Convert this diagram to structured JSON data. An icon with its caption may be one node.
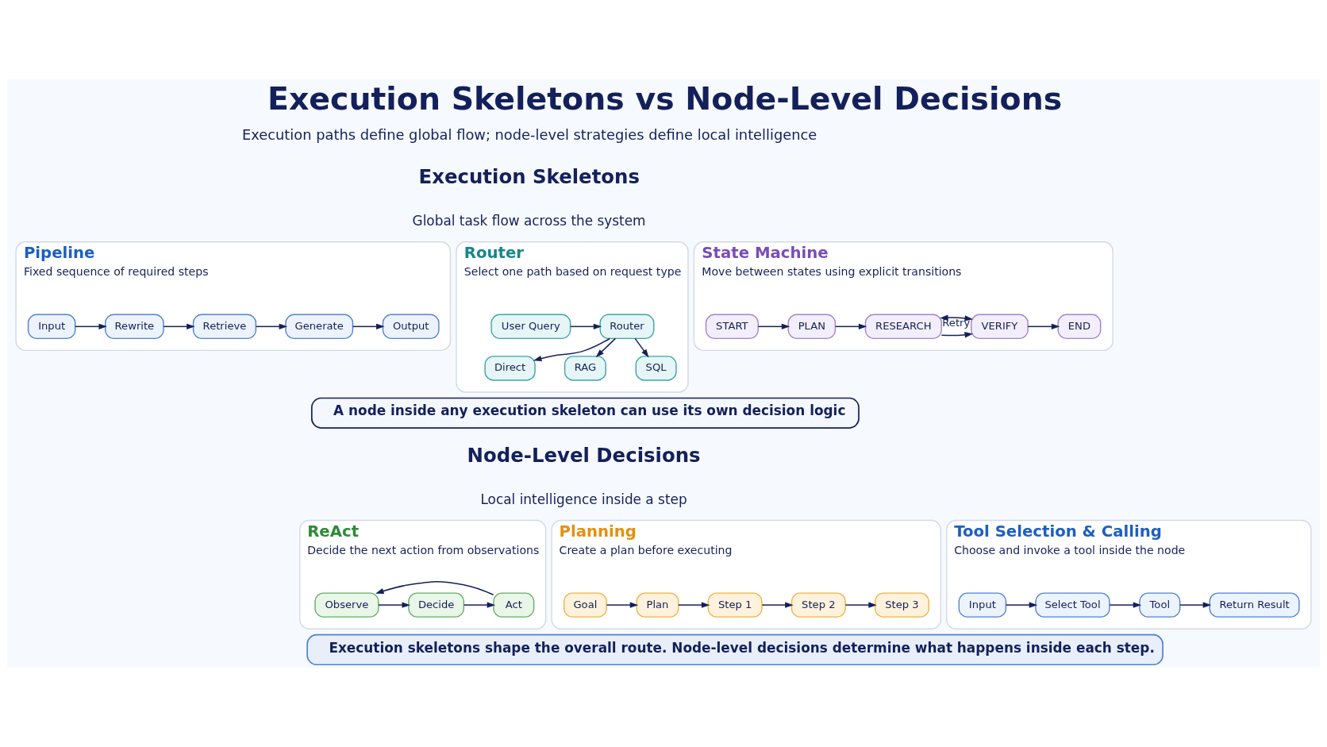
{
  "diagram": {
    "title": "Execution Skeletons vs Node-Level Decisions",
    "nodes": [
      {
        "text": [
          "Pipeline",
          "Fixed sequence of required steps"
        ]
      },
      {
        "text": [
          "Input"
        ],
        "in": 0
      },
      {
        "text": [
          "Rewrite"
        ],
        "in": 0
      },
      {
        "text": [
          "Retrieve"
        ],
        "in": 0
      },
      {
        "text": [
          "Generate"
        ],
        "in": 0
      },
      {
        "text": [
          "Output"
        ],
        "in": 0
      },
      {
        "text": [
          "Router",
          "Select one path based on request type"
        ]
      },
      {
        "text": [
          "User Query"
        ],
        "in": 6
      },
      {
        "text": [
          "Router"
        ],
        "in": 6
      },
      {
        "text": [
          "Direct"
        ],
        "in": 6
      },
      {
        "text": [
          "RAG"
        ],
        "in": 6
      },
      {
        "text": [
          "SQL"
        ],
        "in": 6
      },
      {
        "text": [
          "State Machine",
          "Move between states using explicit transitions"
        ]
      },
      {
        "text": [
          "START"
        ],
        "in": 12
      },
      {
        "text": [
          "PLAN"
        ],
        "in": 12
      },
      {
        "text": [
          "RESEARCH"
        ],
        "in": 12
      },
      {
        "text": [
          "VERIFY"
        ],
        "in": 12
      },
      {
        "text": [
          "END"
        ],
        "in": 12
      },
      {
        "text": [
          "A node inside any execution skeleton can use its own decision logic"
        ]
      },
      {
        "text": [
          "ReAct",
          "Decide the next action from observations"
        ]
      },
      {
        "text": [
          "Observe"
        ],
        "in": 19
      },
      {
        "text": [
          "Decide"
        ],
        "in": 19
      },
      {
        "text": [
          "Act"
        ],
        "in": 19
      },
      {
        "text": [
          "Planning",
          "Create a plan before executing"
        ]
      },
      {
        "text": [
          "Goal"
        ],
        "in": 23
      },
      {
        "text": [
          "Plan"
        ],
        "in": 23
      },
      {
        "text": [
          "Step 1"
        ],
        "in": 23
      },
      {
        "text": [
          "Step 2"
        ],
        "in": 23
      },
      {
        "text": [
          "Step 3"
        ],
        "in": 23
      },
      {
        "text": [
          "Tool Selection & Calling",
          "Choose and invoke a tool inside the node"
        ]
      },
      {
        "text": [
          "Input"
        ],
        "in": 29
      },
      {
        "text": [
          "Select Tool"
        ],
        "in": 29
      },
      {
        "text": [
          "Tool"
        ],
        "in": 29
      },
      {
        "text": [
          "Return Result"
        ],
        "in": 29
      },
      {
        "text": [
          "Execution skeletons shape the overall route. Node-level decisions determine what happens inside each step."
        ]
      }
    ],
    "edges": [
      {
        "from": 1,
        "to": 2,
        "arrow": "to"
      },
      {
        "from": 2,
        "to": 3,
        "arrow": "to"
      },
      {
        "from": 3,
        "to": 4,
        "arrow": "to"
      },
      {
        "from": 4,
        "to": 5,
        "arrow": "to"
      },
      {
        "from": 7,
        "to": 8,
        "arrow": "to"
      },
      {
        "from": 8,
        "to": 9,
        "arrow": "to"
      },
      {
        "from": 8,
        "to": 10,
        "arrow": "to"
      },
      {
        "from": 8,
        "to": 11,
        "arrow": "to"
      },
      {
        "from": 13,
        "to": 14,
        "arrow": "to"
      },
      {
        "from": 14,
        "to": 15,
        "arrow": "to"
      },
      {
        "from": 15,
        "to": 16,
        "arrow": "to"
      },
      {
        "from": 16,
        "to": 17,
        "arrow": "to"
      },
      {
        "from": 15,
        "to": 16,
        "arrow": "both",
        "label": "Retry"
      },
      {
        "from": 20,
        "to": 21,
        "arrow": "to"
      },
      {
        "from": 21,
        "to": 22,
        "arrow": "to"
      },
      {
        "from": 22,
        "to": 20,
        "arrow": "to"
      },
      {
        "from": 24,
        "to": 25,
        "arrow": "to"
      },
      {
        "from": 25,
        "to": 26,
        "arrow": "to"
      },
      {
        "from": 26,
        "to": 27,
        "arrow": "to"
      },
      {
        "from": 27,
        "to": 28,
        "arrow": "to"
      },
      {
        "from": 30,
        "to": 31,
        "arrow": "to"
      },
      {
        "from": 31,
        "to": 32,
        "arrow": "to"
      },
      {
        "from": 32,
        "to": 33,
        "arrow": "to"
      }
    ],
    "labels": [
      "Execution paths define global flow; node-level strategies define local intelligence",
      "Execution Skeletons",
      "Global task flow across the system",
      "Node-Level Decisions",
      "Local intelligence inside a step"
    ]
  }
}
